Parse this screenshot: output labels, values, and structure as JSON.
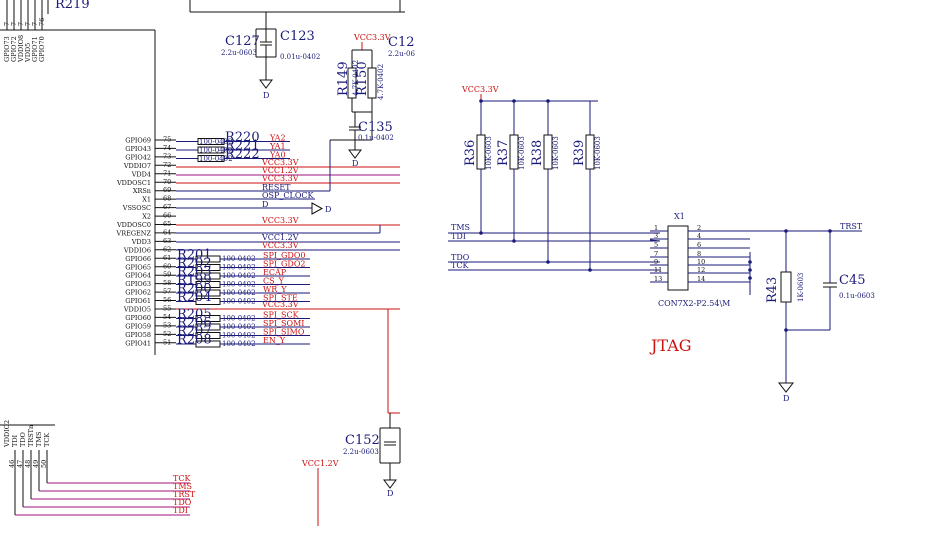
{
  "chip": {
    "top_ref": "R219",
    "top_pins": [
      "GPIO73",
      "GPIO72",
      "VDDIO8",
      "VDD5",
      "GPIO71",
      "GPIO70"
    ],
    "top_pin_nums": [
      "7",
      "7",
      "7",
      "7",
      "7",
      "76"
    ],
    "bottom_pins": [
      "VDDIO2",
      "TDI",
      "TDO",
      "TRSTn",
      "TMS",
      "TCK"
    ],
    "bottom_pin_nums": [
      "46",
      "47",
      "48",
      "49",
      "50"
    ],
    "left_pins": [
      {
        "name": "GPIO69",
        "num": "75"
      },
      {
        "name": "GPIO43",
        "num": "74"
      },
      {
        "name": "GPIO42",
        "num": "73"
      },
      {
        "name": "VDDIO7",
        "num": "72"
      },
      {
        "name": "VDD4",
        "num": "71"
      },
      {
        "name": "VDDOSC1",
        "num": "70"
      },
      {
        "name": "XRSn",
        "num": "69"
      },
      {
        "name": "X1",
        "num": "68"
      },
      {
        "name": "VSSOSC",
        "num": "67"
      },
      {
        "name": "X2",
        "num": "66"
      },
      {
        "name": "VDDOSC0",
        "num": "65"
      },
      {
        "name": "VREGENZ",
        "num": "64"
      },
      {
        "name": "VDD3",
        "num": "63"
      },
      {
        "name": "VDDIO6",
        "num": "62"
      },
      {
        "name": "GPIO66",
        "num": "61"
      },
      {
        "name": "GPIO65",
        "num": "60"
      },
      {
        "name": "GPIO64",
        "num": "59"
      },
      {
        "name": "GPIO63",
        "num": "58"
      },
      {
        "name": "GPIO62",
        "num": "57"
      },
      {
        "name": "GPIO61",
        "num": "56"
      },
      {
        "name": "VDDIO5",
        "num": "55"
      },
      {
        "name": "GPIO60",
        "num": "54"
      },
      {
        "name": "GPIO59",
        "num": "53"
      },
      {
        "name": "GPIO58",
        "num": "52"
      },
      {
        "name": "GPIO41",
        "num": "51"
      }
    ]
  },
  "series_resistors": [
    {
      "ref": "R220",
      "value": "100-0402",
      "net": "YA2"
    },
    {
      "ref": "R221",
      "value": "100-0402",
      "net": "YA1"
    },
    {
      "ref": "R222",
      "value": "100-0402",
      "net": "YA0"
    }
  ],
  "spi_resistors": [
    {
      "ref": "R201",
      "value": "100-0402",
      "net": "SPI_GDO0"
    },
    {
      "ref": "R202",
      "value": "100-0402",
      "net": "SPI_GDO2"
    },
    {
      "ref": "R203",
      "value": "100-0402",
      "net": "ECAP"
    },
    {
      "ref": "R199",
      "value": "100-0402",
      "net": "CS_Y"
    },
    {
      "ref": "R200",
      "value": "100-0402",
      "net": "WR_Y"
    },
    {
      "ref": "R204",
      "value": "100-0402",
      "net": "SPI_STE"
    },
    {
      "ref": "R205",
      "value": "100-0402",
      "net": "SPI_SCK"
    },
    {
      "ref": "R206",
      "value": "100-0402",
      "net": "SPI_SOMI"
    },
    {
      "ref": "R207",
      "value": "100-0402",
      "net": "SPI_SIMO"
    },
    {
      "ref": "R208",
      "value": "100-0402",
      "net": "EN_Y"
    }
  ],
  "power_nets": {
    "vdd_io_a": "VCC3.3V",
    "vdd_core_a": "VCC1.2V",
    "vdd_io_b": "VCC3.3V",
    "reset": "RESET",
    "osc": "OSP_CLOCK",
    "ground": "D",
    "vdd_osc": "VCC3.3V",
    "vdd_core_b": "VCC1.2V",
    "vdd_io_c": "VCC3.3V",
    "vdd_io_d": "VCC3.3V",
    "core_rail": "VCC1.2V"
  },
  "jtag_bus_left": [
    "TCK",
    "TMS",
    "TRST",
    "TDO",
    "TDI"
  ],
  "capacitors": {
    "c127": {
      "ref": "C127",
      "value": "2.2u-0603"
    },
    "c123": {
      "ref": "C123",
      "value": "0.01u-0402"
    },
    "c135": {
      "ref": "C135",
      "value": "0.1u-0402"
    },
    "c152": {
      "ref": "C152",
      "value": "2.2u-0603"
    },
    "c12x": {
      "ref": "C12",
      "value": "2.2u-06"
    }
  },
  "pullups_chip": {
    "r149": {
      "ref": "R149",
      "value": "4.7K-0402"
    },
    "r150": {
      "ref": "R150",
      "value": "4.7K-0402"
    },
    "rail": "VCC3.3V"
  },
  "jtag": {
    "title": "JTAG",
    "rail": "VCC3.3V",
    "pullups": [
      {
        "ref": "R36",
        "value": "10K-0603"
      },
      {
        "ref": "R37",
        "value": "10K-0603"
      },
      {
        "ref": "R38",
        "value": "10K-0603"
      },
      {
        "ref": "R39",
        "value": "10K-0603"
      }
    ],
    "signals": [
      "TMS",
      "TDI",
      "TDO",
      "TCK"
    ],
    "connector": {
      "ref": "X1",
      "value": "CON7X2-P2.54\\M",
      "left_pins": [
        "1",
        "3",
        "5",
        "7",
        "9",
        "11",
        "13"
      ],
      "right_pins": [
        "2",
        "4",
        "6",
        "8",
        "10",
        "12",
        "14"
      ]
    },
    "trst": "TRST",
    "r43": {
      "ref": "R43",
      "value": "1K-0603"
    },
    "c45": {
      "ref": "C45",
      "value": "0.1u-0603"
    },
    "ground": "D"
  }
}
